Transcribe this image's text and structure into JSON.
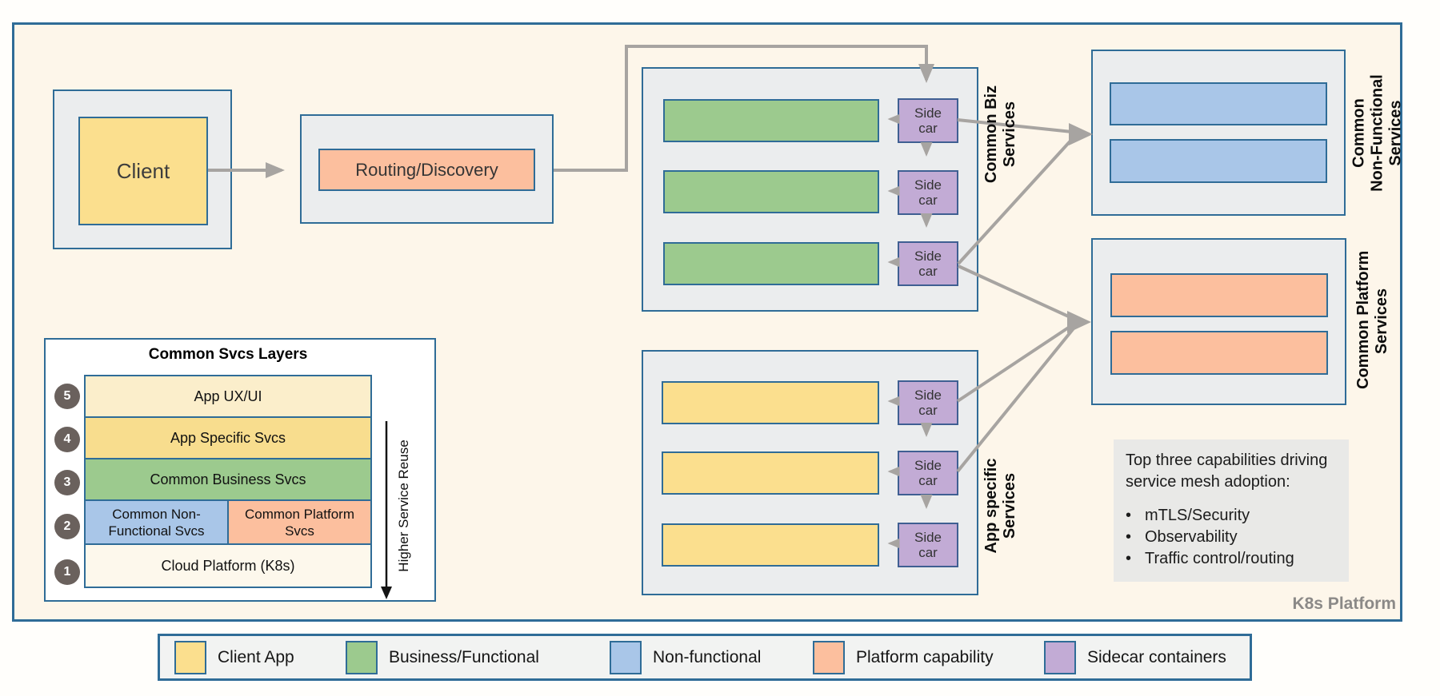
{
  "colors": {
    "canvas_bg": "#fdf6ea",
    "group_bg": "#ebedee",
    "border_teal": "#2f6c97",
    "arrow_gray": "#a7a4a1",
    "client_app": "#fbdf8e",
    "business_functional": "#9cca8e",
    "non_functional": "#a9c6e8",
    "platform_capability": "#fcbf9e",
    "sidecar_container": "#c2abd5",
    "k8s_tag_gray": "#8b8987"
  },
  "flow": {
    "client": "Client",
    "routing": "Routing/Discovery"
  },
  "sidecar": {
    "line1": "Side",
    "line2": "car"
  },
  "groups": {
    "biz": {
      "label": [
        "Common Biz",
        "Services"
      ]
    },
    "app": {
      "label": [
        "App specific",
        "Services"
      ]
    },
    "nonfunctional": {
      "label": [
        "Common",
        "Non-Functional",
        "Services"
      ]
    },
    "platform": {
      "label": [
        "Common Platform",
        "Services"
      ]
    }
  },
  "layers_panel": {
    "title": "Common Svcs Layers",
    "reuse_arrow_label": "Higher Service Reuse",
    "layers": [
      {
        "num": "5",
        "label": "App UX/UI",
        "color": "#fbeecb"
      },
      {
        "num": "4",
        "label": "App Specific Svcs",
        "color": "#f8dd8e"
      },
      {
        "num": "3",
        "label": "Common Business Svcs",
        "color": "#9cca8e"
      },
      {
        "num": "2",
        "left": {
          "label": "Common Non-Functional Svcs",
          "color": "#a9c6e8"
        },
        "right": {
          "label": "Common Platform Svcs",
          "color": "#fcbf9e"
        }
      },
      {
        "num": "1",
        "label": "Cloud Platform (K8s)",
        "color": "#fdf8ec"
      }
    ]
  },
  "capabilities": {
    "heading": [
      "Top three capabilities driving",
      "service mesh adoption:"
    ],
    "bullet_char": "•",
    "items": [
      "mTLS/Security",
      "Observability",
      "Traffic control/routing"
    ]
  },
  "k8s_platform_tag": "K8s Platform",
  "legend": {
    "items": [
      {
        "label": "Client App",
        "color": "#fbdf8e"
      },
      {
        "label": "Business/Functional",
        "color": "#9cca8e"
      },
      {
        "label": "Non-functional",
        "color": "#a9c6e8"
      },
      {
        "label": "Platform capability",
        "color": "#fcbf9e"
      },
      {
        "label": "Sidecar containers",
        "color": "#c2abd5"
      }
    ]
  }
}
